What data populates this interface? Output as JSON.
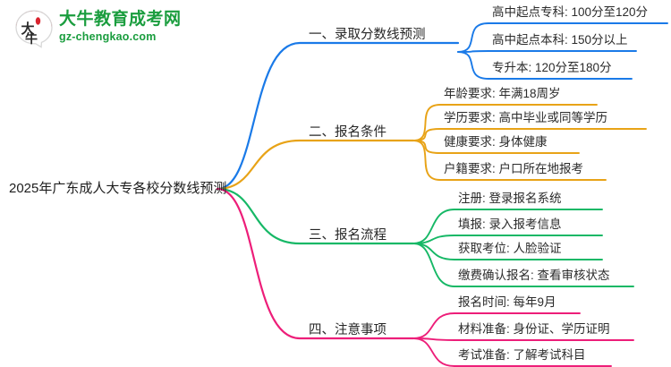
{
  "logo": {
    "mark_text": "大牛",
    "title": "大牛教育成考网",
    "url": "gz-chengkao.com",
    "brand_green": "#1a9d3e",
    "brand_red": "#d9232e"
  },
  "mindmap": {
    "root": {
      "label": "2025年广东成人大专各校分数线预测"
    },
    "branches": [
      {
        "label": "一、录取分数线预测",
        "color": "#1a7ae8",
        "children": [
          {
            "label": "高中起点专科: 100分至120分"
          },
          {
            "label": "高中起点本科: 150分以上"
          },
          {
            "label": "专升本: 120分至180分"
          }
        ]
      },
      {
        "label": "二、报名条件",
        "color": "#e8a317",
        "children": [
          {
            "label": "年龄要求: 年满18周岁"
          },
          {
            "label": "学历要求: 高中毕业或同等学历"
          },
          {
            "label": "健康要求: 身体健康"
          },
          {
            "label": "户籍要求: 户口所在地报考"
          }
        ]
      },
      {
        "label": "三、报名流程",
        "color": "#16b866",
        "children": [
          {
            "label": "注册: 登录报名系统"
          },
          {
            "label": "填报: 录入报考信息"
          },
          {
            "label": "获取考位: 人脸验证"
          },
          {
            "label": "缴费确认报名: 查看审核状态"
          }
        ]
      },
      {
        "label": "四、注意事项",
        "color": "#ed1e79",
        "children": [
          {
            "label": "报名时间: 每年9月"
          },
          {
            "label": "材料准备: 身份证、学历证明"
          },
          {
            "label": "考试准备: 了解考试科目"
          }
        ]
      }
    ]
  }
}
